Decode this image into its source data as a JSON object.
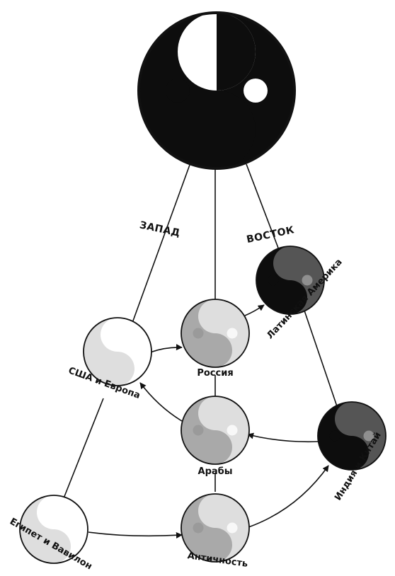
{
  "labels": {
    "west": "ЗАПАД",
    "east": "ВОСТОК"
  },
  "nodes": {
    "usa": "США и Европа",
    "russia": "Россия",
    "latin": "Латинская Америка",
    "arabs": "Арабы",
    "india": "Индия и Китай",
    "egypt": "Египет и Вавилон",
    "antiquity": "Античность"
  },
  "palette": {
    "outline": "#111111",
    "black": "#0d0d0d",
    "white": "#ffffff",
    "very_light": "#dedede",
    "light": "#a9a9a9",
    "medium_gray": "#8f8f8f",
    "dark_gray": "#555555",
    "dot_on_light": "#9a9a9a",
    "dot_on_very_light": "#f8f8f8"
  }
}
